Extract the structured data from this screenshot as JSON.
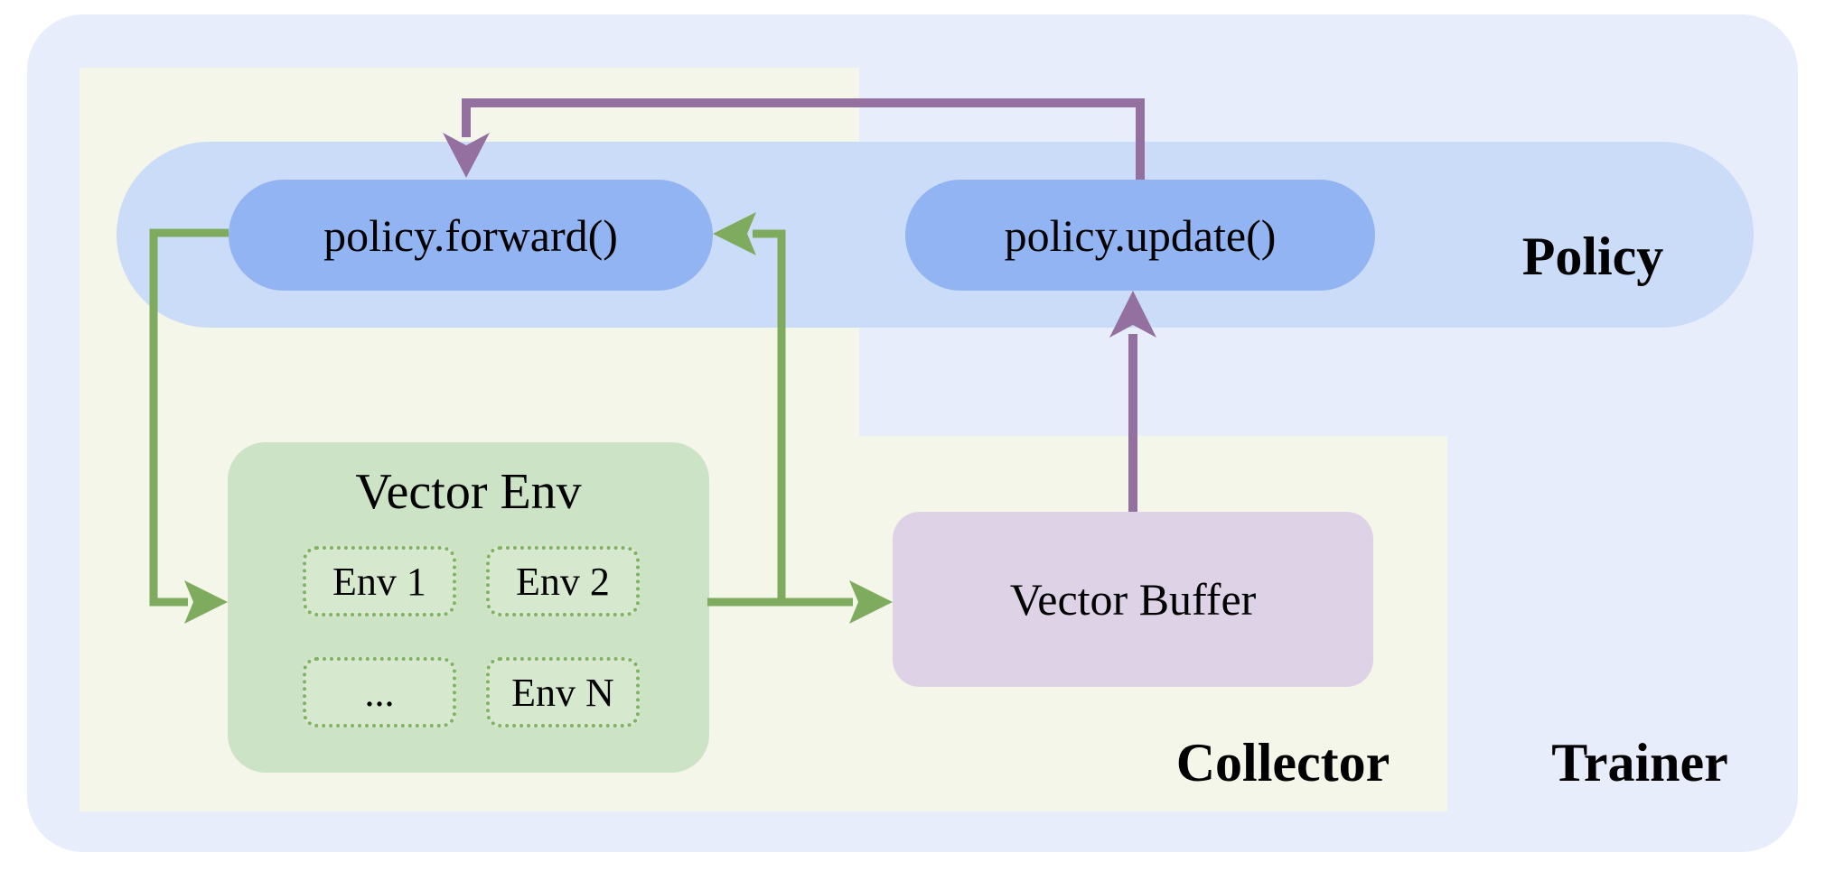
{
  "diagram": {
    "policy": {
      "label": "Policy",
      "forward_node": "policy.forward()",
      "update_node": "policy.update()"
    },
    "collector": {
      "label": "Collector",
      "vector_env": {
        "title": "Vector Env",
        "envs": [
          {
            "label": "Env 1"
          },
          {
            "label": "Env 2"
          },
          {
            "label": "..."
          },
          {
            "label": "Env N"
          }
        ]
      },
      "vector_buffer": {
        "label": "Vector Buffer"
      }
    },
    "trainer": {
      "label": "Trainer"
    }
  },
  "colors": {
    "trainer_bg": "#e8edfc",
    "collector_bg": "#f3f6e9",
    "policy_band_bg": "#cbdcf8",
    "node_pill_bg": "#93b4f2",
    "vector_env_bg": "#cde3c6",
    "env_cell_bg": "#d6e8ce",
    "env_cell_border": "#7fb263",
    "vector_buffer_bg": "#ded3e6",
    "arrow_green": "#7fab5e",
    "arrow_purple": "#9470a1",
    "text": "#000000"
  }
}
